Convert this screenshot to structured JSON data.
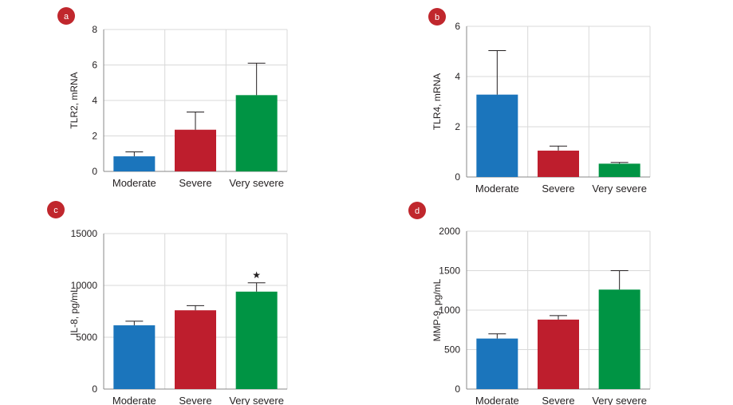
{
  "panel_label_color": "#c0272d",
  "chart_data": [
    {
      "type": "bar",
      "panel_label": "a",
      "categories": [
        "Moderate",
        "Severe",
        "Very severe"
      ],
      "values": [
        0.85,
        2.35,
        4.3
      ],
      "errors": [
        0.25,
        1.0,
        1.8
      ],
      "colors": [
        "#1b75bc",
        "#be1e2d",
        "#009444"
      ],
      "ylabel": "TLR2, mRNA",
      "ylim": [
        0,
        8
      ],
      "yticks": [
        "0",
        "2",
        "4",
        "6",
        "8"
      ],
      "annotations": [
        "",
        "",
        ""
      ],
      "grid": true
    },
    {
      "type": "bar",
      "panel_label": "b",
      "categories": [
        "Moderate",
        "Severe",
        "Very severe"
      ],
      "values": [
        3.28,
        1.05,
        0.53
      ],
      "errors": [
        1.75,
        0.18,
        0.05
      ],
      "colors": [
        "#1b75bc",
        "#be1e2d",
        "#009444"
      ],
      "ylabel": "TLR4, mRNA",
      "ylim": [
        0,
        6
      ],
      "yticks": [
        "0",
        "2",
        "4",
        "6"
      ],
      "annotations": [
        "",
        "",
        ""
      ],
      "grid": true
    },
    {
      "type": "bar",
      "panel_label": "c",
      "categories": [
        "Moderate",
        "Severe",
        "Very severe"
      ],
      "values": [
        6150,
        7600,
        9400
      ],
      "errors": [
        400,
        450,
        850
      ],
      "colors": [
        "#1b75bc",
        "#be1e2d",
        "#009444"
      ],
      "ylabel": "IL-8, pg/mL",
      "ylim": [
        0,
        15000
      ],
      "yticks": [
        "0",
        "5000",
        "10000",
        "15000"
      ],
      "annotations": [
        "",
        "",
        "★"
      ],
      "grid": true
    },
    {
      "type": "bar",
      "panel_label": "d",
      "categories": [
        "Moderate",
        "Severe",
        "Very severe"
      ],
      "values": [
        640,
        880,
        1260
      ],
      "errors": [
        60,
        50,
        240
      ],
      "colors": [
        "#1b75bc",
        "#be1e2d",
        "#009444"
      ],
      "ylabel": "MMP-9, pg/mL",
      "ylim": [
        0,
        2000
      ],
      "yticks": [
        "0",
        "500",
        "1000",
        "1500",
        "2000"
      ],
      "annotations": [
        "",
        "",
        ""
      ],
      "grid": true
    }
  ]
}
